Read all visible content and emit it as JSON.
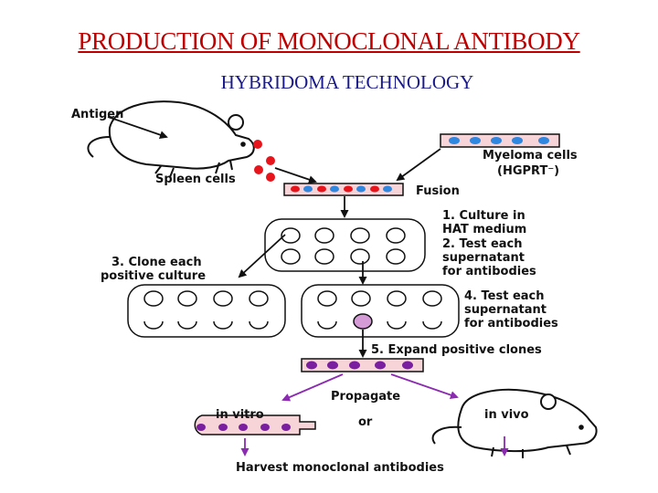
{
  "title": "PRODUCTION OF MONOCLONAL ANTIBODY",
  "subtitle": "HYBRIDOMA TECHNOLOGY",
  "colors": {
    "title": "#c00000",
    "subtitle": "#1a1a8c",
    "spleen_cell": "#e8141c",
    "myeloma_cell": "#2f87e0",
    "clone_cell": "#7a1fa0",
    "tray": "#f7d4d8",
    "purple_arrow": "#8a2bb0"
  },
  "icons": [
    "mouse-icon",
    "mouse-icon",
    "test-tube-icon"
  ],
  "diagram": {
    "antigen": "Antigen",
    "spleen_cells": "Spleen cells",
    "myeloma_cells": "Myeloma cells",
    "hgprt": "(HGPRT⁻)",
    "fusion": "Fusion",
    "step1_line1": "1. Culture in",
    "step1_line2": "HAT medium",
    "step2_line1": "2. Test each",
    "step2_line2": "supernatant",
    "step2_line3": "for antibodies",
    "step3_line1": "3. Clone each",
    "step3_line2": "positive culture",
    "step4_line1": "4. Test each",
    "step4_line2": "supernatant",
    "step4_line3": "for antibodies",
    "step5": "5. Expand positive clones",
    "propagate": "Propagate",
    "in_vitro": "in vitro",
    "or": "or",
    "in_vivo": "in vivo",
    "harvest": "Harvest monoclonal antibodies"
  }
}
